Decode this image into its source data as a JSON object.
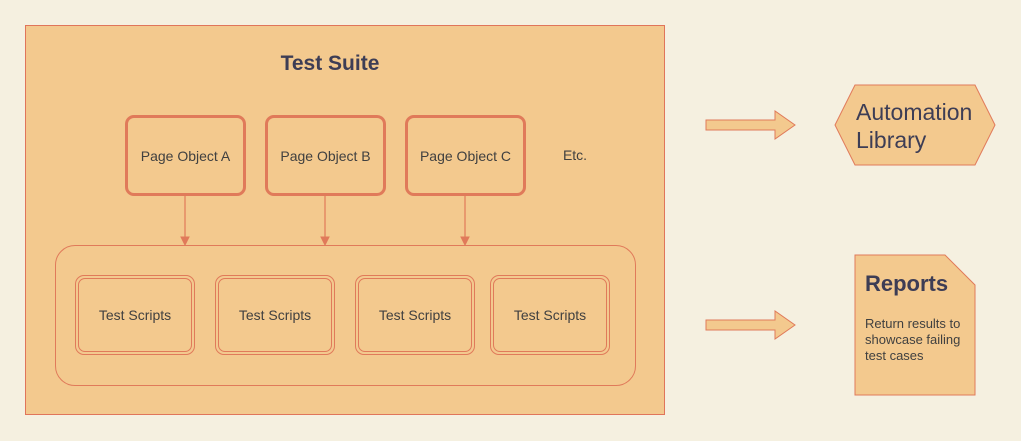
{
  "suite": {
    "title": "Test Suite"
  },
  "page_objects": [
    {
      "label": "Page Object A"
    },
    {
      "label": "Page Object B"
    },
    {
      "label": "Page Object C"
    }
  ],
  "etc_label": "Etc.",
  "test_scripts": [
    {
      "label": "Test Scripts"
    },
    {
      "label": "Test Scripts"
    },
    {
      "label": "Test Scripts"
    },
    {
      "label": "Test Scripts"
    }
  ],
  "automation_library": {
    "line1": "Automation",
    "line2": "Library"
  },
  "reports": {
    "title": "Reports",
    "description": "Return results to showcase failing test cases"
  },
  "colors": {
    "background": "#f5f0e0",
    "fill": "#f3c98e",
    "stroke": "#e07a5a",
    "title_text": "#3d3d55"
  }
}
